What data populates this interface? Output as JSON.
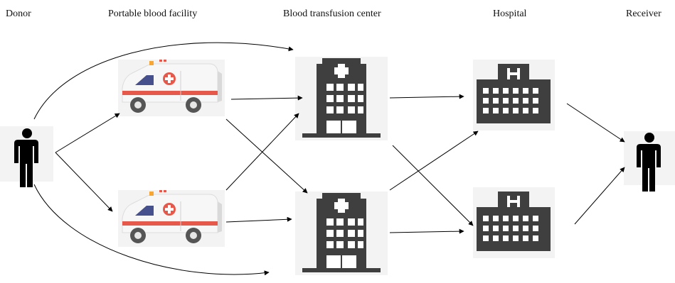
{
  "headers": {
    "donor": "Donor",
    "portable_facility": "Portable blood facility",
    "transfusion_center": "Blood transfusion center",
    "hospital": "Hospital",
    "receiver": "Receiver"
  },
  "colors": {
    "person": "#000000",
    "building": "#3f3f3f",
    "ambulance_red": "#e8584a",
    "ambulance_body": "#f7f7f7",
    "hospital_mark": "#3f3f3f",
    "background_tile": "#f3f3f3",
    "arrow": "#000000"
  },
  "icons": {
    "donor": "person-icon",
    "portable_facility": "ambulance-icon",
    "transfusion_center": "medical-building-icon",
    "hospital": "hospital-building-icon",
    "receiver": "person-icon"
  }
}
